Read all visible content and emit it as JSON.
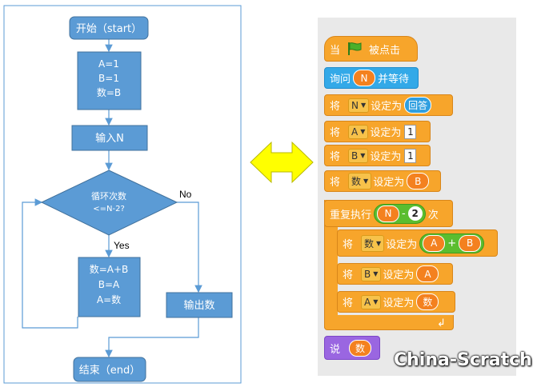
{
  "flowchart": {
    "start": "开始（start）",
    "init": [
      "A=1",
      "B=1",
      "数=B"
    ],
    "input": "输入N",
    "decision": [
      "循环次数",
      "<=N-2?"
    ],
    "no_label": "No",
    "yes_label": "Yes",
    "loop_body": [
      "数=A+B",
      "B=A",
      "A=数"
    ],
    "output": "输出数",
    "end": "结束（end）"
  },
  "scratch": {
    "hat": {
      "when": "当",
      "clicked": "被点击"
    },
    "ask": {
      "label": "询问",
      "var": "N",
      "wait": "并等待"
    },
    "set1": {
      "set": "将",
      "var": "N",
      "to": "设定为",
      "value": "回答"
    },
    "set2": {
      "set": "将",
      "var": "A",
      "to": "设定为",
      "value": "1"
    },
    "set3": {
      "set": "将",
      "var": "B",
      "to": "设定为",
      "value": "1"
    },
    "set4": {
      "set": "将",
      "var": "数",
      "to": "设定为",
      "value": "B"
    },
    "repeat": {
      "label": "重复执行",
      "a": "N",
      "op": "-",
      "b": "2",
      "times": "次"
    },
    "inner1": {
      "set": "将",
      "var": "数",
      "to": "设定为",
      "a": "A",
      "op": "+",
      "b": "B"
    },
    "inner2": {
      "set": "将",
      "var": "B",
      "to": "设定为",
      "value": "A"
    },
    "inner3": {
      "set": "将",
      "var": "A",
      "to": "设定为",
      "value": "数"
    },
    "say": {
      "label": "说",
      "value": "数"
    }
  },
  "watermark": "China-Scratch",
  "colors": {
    "flow_fill": "#5b9bd5",
    "flow_border": "#41719c",
    "arrow_fill": "#ffff00",
    "scratch_orange": "#f7a52b",
    "scratch_blue": "#33a9e8",
    "scratch_green": "#5bbd2f",
    "scratch_purple": "#9a66e1"
  }
}
